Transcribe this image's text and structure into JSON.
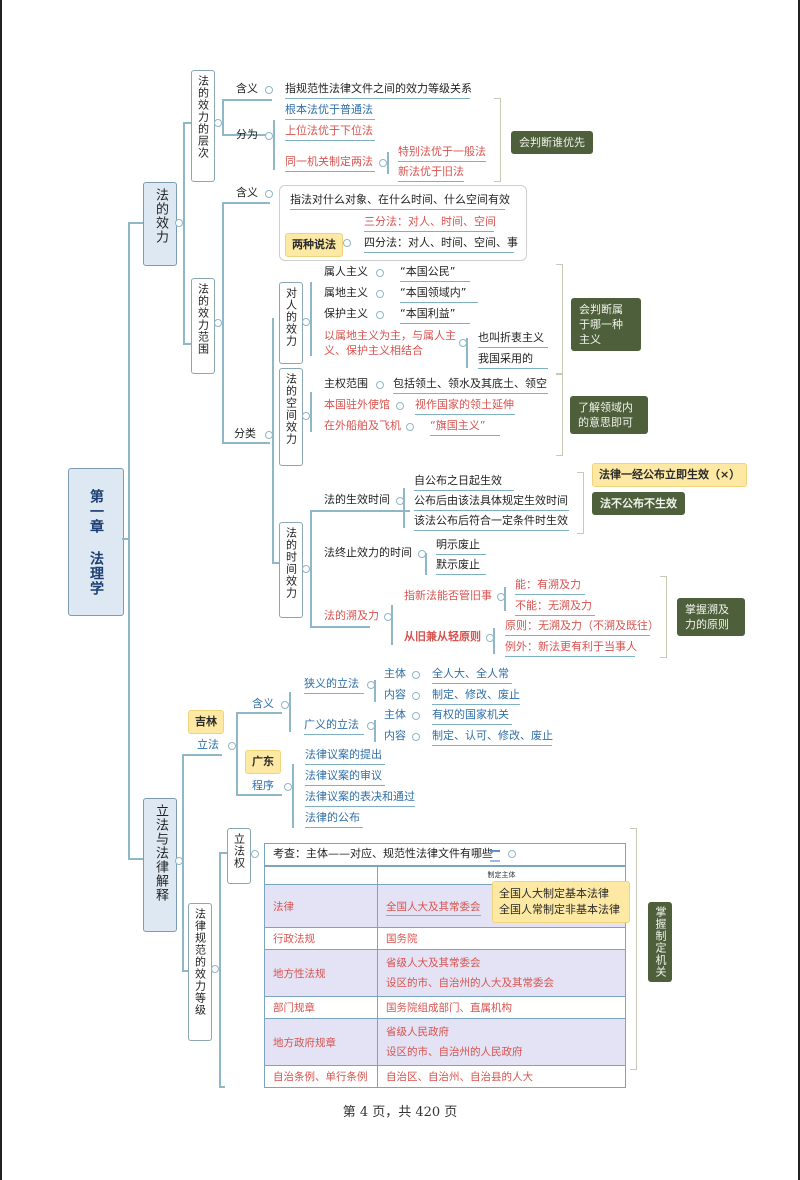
{
  "root": {
    "label": "第一章  法理学"
  },
  "branches": {
    "effect": {
      "label": "法的效力",
      "hierarchy": {
        "label": "法的效力的层次",
        "meaning_label": "含义",
        "meaning_text": "指规范性法律文件之间的效力等级关系",
        "types_label": "分为",
        "types": [
          "根本法优于普通法",
          "上位法优于下位法",
          "同一机关制定两法"
        ],
        "same_organ": [
          "特别法优于一般法",
          "新法优于旧法"
        ],
        "note": "会判断谁优先"
      },
      "scope": {
        "label": "法的效力范围",
        "meaning_label": "含义",
        "meaning_text": "指法对什么对象、在什么时间、什么空间有效",
        "two_theories_label": "两种说法",
        "three_part": "三分法：对人、时间、空间",
        "four_part": "四分法：对人、时间、空间、事",
        "category_label": "分类",
        "persons": {
          "label": "对人的效力",
          "items": [
            {
              "name": "属人主义",
              "value": "“本国公民”"
            },
            {
              "name": "属地主义",
              "value": "“本国领域内”"
            },
            {
              "name": "保护主义",
              "value": "“本国利益”"
            }
          ],
          "combined": "以属地主义为主，与属人主义、保护主义相结合",
          "combined_notes": [
            "也叫折衷主义",
            "我国采用的"
          ],
          "note": "会判断属于哪一种主义"
        },
        "space": {
          "label": "法的空间效力",
          "items": [
            {
              "name": "主权范围",
              "value": "包括领土、领水及其底土、领空"
            },
            {
              "name": "本国驻外使馆",
              "value": "视作国家的领土延伸"
            },
            {
              "name": "在外船舶及飞机",
              "value": "“旗国主义”"
            }
          ],
          "note": "了解领域内的意思即可"
        },
        "time": {
          "label": "法的时间效力",
          "effective": {
            "label": "法的生效时间",
            "items": [
              "自公布之日起生效",
              "公布后由该法具体规定生效时间",
              "该法公布后符合一定条件时生效"
            ],
            "sticky": "法律一经公布立即生效（×）",
            "note": "法不公布不生效"
          },
          "termination": {
            "label": "法终止效力的时间",
            "items": [
              "明示废止",
              "默示废止"
            ]
          },
          "retro": {
            "label": "法的溯及力",
            "q_label": "指新法能否管旧事",
            "q_items": [
              "能：有溯及力",
              "不能：无溯及力"
            ],
            "principle_label": "从旧兼从轻原则",
            "principle_items": [
              "原则：无溯及力（不溯及既往）",
              "例外：新法更有利于当事人"
            ],
            "note": "掌握溯及力的原则"
          }
        }
      }
    },
    "legislation": {
      "label": "立法与法律解释",
      "lifa": {
        "label": "立法",
        "sticky_jilin": "吉林",
        "sticky_guangdong": "广东",
        "meaning_label": "含义",
        "narrow": {
          "label": "狭义的立法",
          "subject_label": "主体",
          "subject": "全人大、全人常",
          "content_label": "内容",
          "content": "制定、修改、废止"
        },
        "broad": {
          "label": "广义的立法",
          "subject_label": "主体",
          "subject": "有权的国家机关",
          "content_label": "内容",
          "content": "制定、认可、修改、废止"
        },
        "procedure_label": "程序",
        "procedure": [
          "法律议案的提出",
          "法律议案的审议",
          "法律议案的表决和通过",
          "法律的公布"
        ]
      },
      "hierarchy": {
        "label": "法律规范的效力等级",
        "power_label": "立法权",
        "exam_text": "考查：主体——对应、规范性法律文件有哪些",
        "table_header": [
          "",
          "制定主体"
        ],
        "rows": [
          {
            "type": "法律",
            "makers": [
              "全国人大及其常委会"
            ]
          },
          {
            "type": "行政法规",
            "makers": [
              "国务院"
            ]
          },
          {
            "type": "地方性法规",
            "makers": [
              "省级人大及其常委会",
              "设区的市、自治州的人大及其常委会"
            ]
          },
          {
            "type": "部门规章",
            "makers": [
              "国务院组成部门、直属机构"
            ]
          },
          {
            "type": "地方政府规章",
            "makers": [
              "省级人民政府",
              "设区的市、自治州的人民政府"
            ]
          },
          {
            "type": "自治条例、单行条例",
            "makers": [
              "自治区、自治州、自治县的人大"
            ]
          }
        ],
        "law_sticky": [
          "全国人大制定基本法律",
          "全国人常制定非基本法律"
        ],
        "note": "掌握制定机关"
      }
    }
  },
  "footer": {
    "page_text": "第 4 页，共 420 页"
  }
}
